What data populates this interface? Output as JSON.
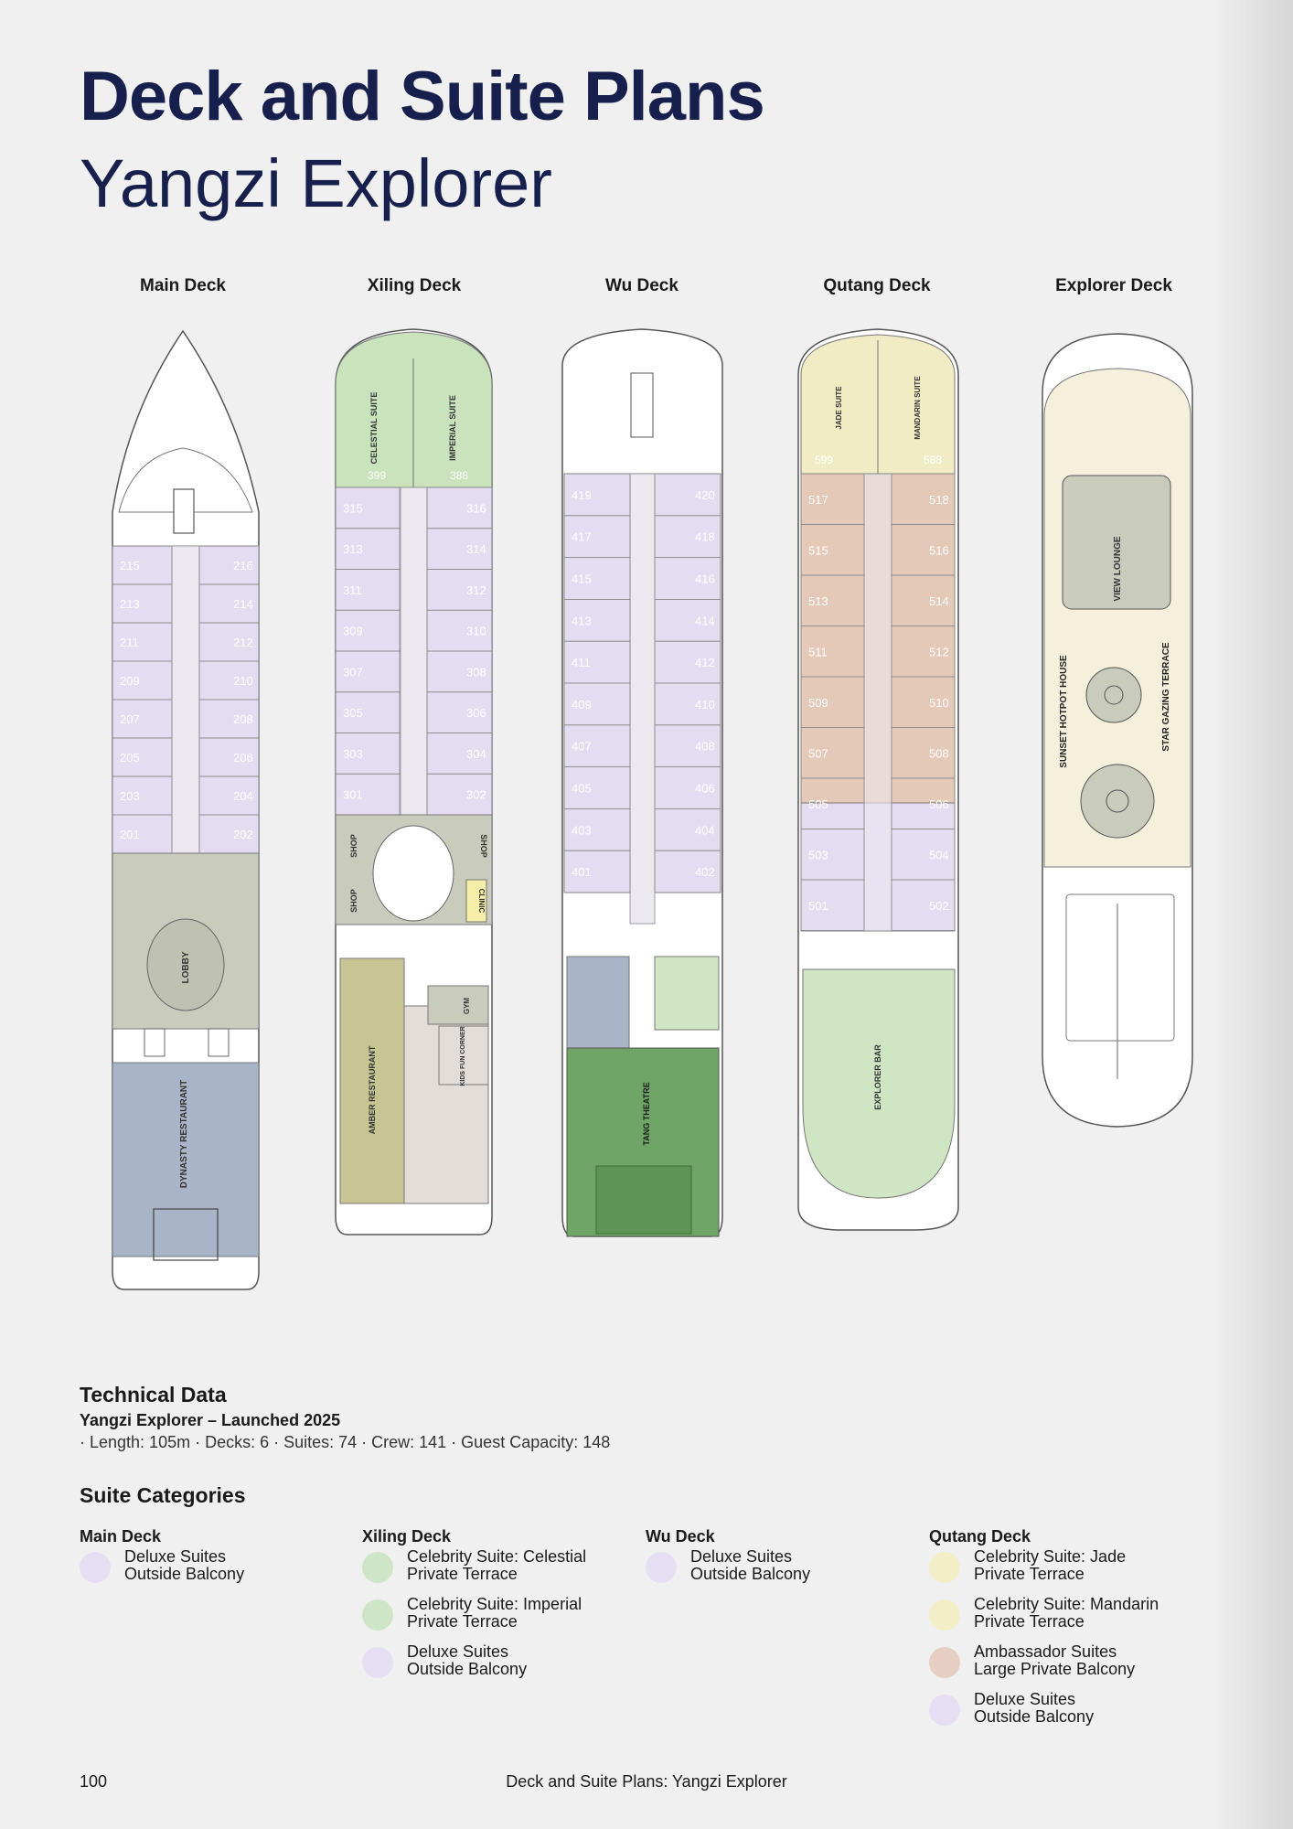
{
  "page": {
    "title": "Deck and Suite Plans",
    "subtitle": "Yangzi Explorer"
  },
  "decks": {
    "main": "Main Deck",
    "xiling": "Xiling Deck",
    "wu": "Wu Deck",
    "qutang": "Qutang Deck",
    "explorer": "Explorer Deck"
  },
  "plan_labels": {
    "lobby": "LOBBY",
    "dynasty_restaurant": "DYNASTY RESTAURANT",
    "celestial_suite": "CELESTIAL SUITE",
    "imperial_suite": "IMPERIAL SUITE",
    "shop": "SHOP",
    "clinic": "CLINIC",
    "gym": "GYM",
    "kids_fun_corner": "KIDS FUN CORNER",
    "amber_restaurant": "AMBER RESTAURANT",
    "tang_theatre": "TANG THEATRE",
    "jade_suite": "JADE SUITE",
    "mandarin_suite": "MANDARIN SUITE",
    "explorer_bar": "EXPLORER BAR",
    "view_lounge": "VIEW LOUNGE",
    "sunset_hotpot_house": "SUNSET HOTPOT HOUSE",
    "star_gazing_terrace": "STAR GAZING TERRACE"
  },
  "cabins": {
    "main_left": [
      "215",
      "213",
      "211",
      "209",
      "207",
      "205",
      "203",
      "201"
    ],
    "main_right": [
      "216",
      "214",
      "212",
      "210",
      "208",
      "206",
      "204",
      "202"
    ],
    "xiling_top": [
      "399",
      "388"
    ],
    "xiling_left": [
      "315",
      "313",
      "311",
      "309",
      "307",
      "305",
      "303",
      "301"
    ],
    "xiling_right": [
      "316",
      "314",
      "312",
      "310",
      "308",
      "306",
      "304",
      "302"
    ],
    "wu_left": [
      "419",
      "417",
      "415",
      "413",
      "411",
      "409",
      "407",
      "405",
      "403",
      "401"
    ],
    "wu_right": [
      "420",
      "418",
      "416",
      "414",
      "412",
      "410",
      "408",
      "406",
      "404",
      "402"
    ],
    "qutang_top": [
      "599",
      "588"
    ],
    "qutang_left": [
      "517",
      "515",
      "513",
      "511",
      "509",
      "507",
      "505",
      "503",
      "501"
    ],
    "qutang_right": [
      "518",
      "516",
      "514",
      "512",
      "510",
      "508",
      "506",
      "504",
      "502"
    ]
  },
  "colors": {
    "deluxe": "#e4dcf1",
    "celebrity_green": "#c9e3bd",
    "celebrity_yellow": "#f1ecc4",
    "ambassador": "#e4c9b8",
    "public_gray": "#c9cbbd",
    "restaurant_blue": "#a9b4c9",
    "theatre_green": "#6fa566",
    "bar_green": "#cfe5c4",
    "amber": "#c8c494",
    "explorer_cream": "#f4f0dc"
  },
  "technical": {
    "heading": "Technical Data",
    "ship_line": "Yangzi Explorer – Launched 2025",
    "specs": "· Length: 105m · Decks: 6 · Suites: 74 · Crew: 141 · Guest Capacity: 148"
  },
  "categories": {
    "heading": "Suite Categories",
    "main": {
      "deck": "Main Deck",
      "items": [
        {
          "name": "Deluxe Suites",
          "desc": "Outside Balcony",
          "color": "#e6dff4"
        }
      ]
    },
    "xiling": {
      "deck": "Xiling Deck",
      "items": [
        {
          "name": "Celebrity Suite: Celestial",
          "desc": "Private Terrace",
          "color": "#cfe6c6"
        },
        {
          "name": "Celebrity Suite: Imperial",
          "desc": "Private Terrace",
          "color": "#cfe6c6"
        },
        {
          "name": "Deluxe Suites",
          "desc": "Outside Balcony",
          "color": "#e6dff4"
        }
      ]
    },
    "wu": {
      "deck": "Wu Deck",
      "items": [
        {
          "name": "Deluxe Suites",
          "desc": "Outside Balcony",
          "color": "#e6dff4"
        }
      ]
    },
    "qutang": {
      "deck": "Qutang Deck",
      "items": [
        {
          "name": "Celebrity Suite: Jade",
          "desc": "Private Terrace",
          "color": "#f2eec8"
        },
        {
          "name": "Celebrity Suite: Mandarin",
          "desc": "Private Terrace",
          "color": "#f2eec8"
        },
        {
          "name": "Ambassador Suites",
          "desc": "Large Private Balcony",
          "color": "#e6cfc2"
        },
        {
          "name": "Deluxe Suites",
          "desc": "Outside Balcony",
          "color": "#e6dff4"
        }
      ]
    }
  },
  "footer": {
    "page_number": "100",
    "title": "Deck and Suite Plans: Yangzi Explorer"
  }
}
